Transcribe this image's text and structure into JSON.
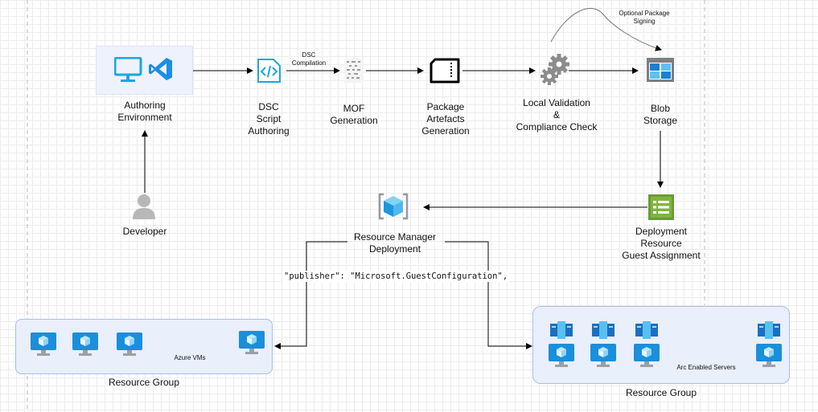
{
  "nodes": {
    "authoring": {
      "label_line1": "Authoring",
      "label_line2": "Environment"
    },
    "dsc": {
      "line1": "DSC",
      "line2": "Script",
      "line3": "Authoring"
    },
    "dsc_compilation": {
      "line1": "DSC",
      "line2": "Compilation"
    },
    "mof": {
      "line1": "MOF",
      "line2": "Generation"
    },
    "package": {
      "line1": "Package",
      "line2": "Artefacts",
      "line3": "Generation"
    },
    "validation": {
      "line1": "Local Validation",
      "line2": "&",
      "line3": "Compliance Check"
    },
    "signing": {
      "line1": "Optional Package",
      "line2": "Signing"
    },
    "blob": {
      "line1": "Blob",
      "line2": "Storage"
    },
    "deployment_resource": {
      "line1": "Deployment",
      "line2": "Resource",
      "line3": "Guest Assignment"
    },
    "rm_deployment": {
      "line1": "Resource Manager",
      "line2": "Deployment"
    },
    "developer": {
      "label": "Developer"
    },
    "publisher_code": "\"publisher\": \"Microsoft.GuestConfiguration\","
  },
  "groups": {
    "azure": {
      "caption": "Resource Group",
      "inner_label": "Azure VMs"
    },
    "arc": {
      "caption": "Resource Group",
      "inner_label": "Arc Enabled Servers"
    }
  },
  "icons": {
    "authoring": [
      "monitor-icon",
      "visual-studio-code-icon"
    ],
    "dsc": "code-file-icon",
    "mof": "mof-document-icon",
    "package": "package-sd-icon",
    "validation": "gears-icon",
    "blob": "blob-storage-icon",
    "deployment_resource": "deployment-list-icon",
    "rm_deployment": "resource-manager-cube-icon",
    "developer": "user-icon",
    "vm": "azure-vm-icon",
    "arc": "arc-server-icon"
  },
  "colors": {
    "azure_blue": "#0078d4",
    "light_blue": "#50c7f5",
    "group_fill": "#e9effb",
    "group_border": "#a9bde6",
    "green": "#6a9c31",
    "gear_gray": "#8c8c8c"
  }
}
